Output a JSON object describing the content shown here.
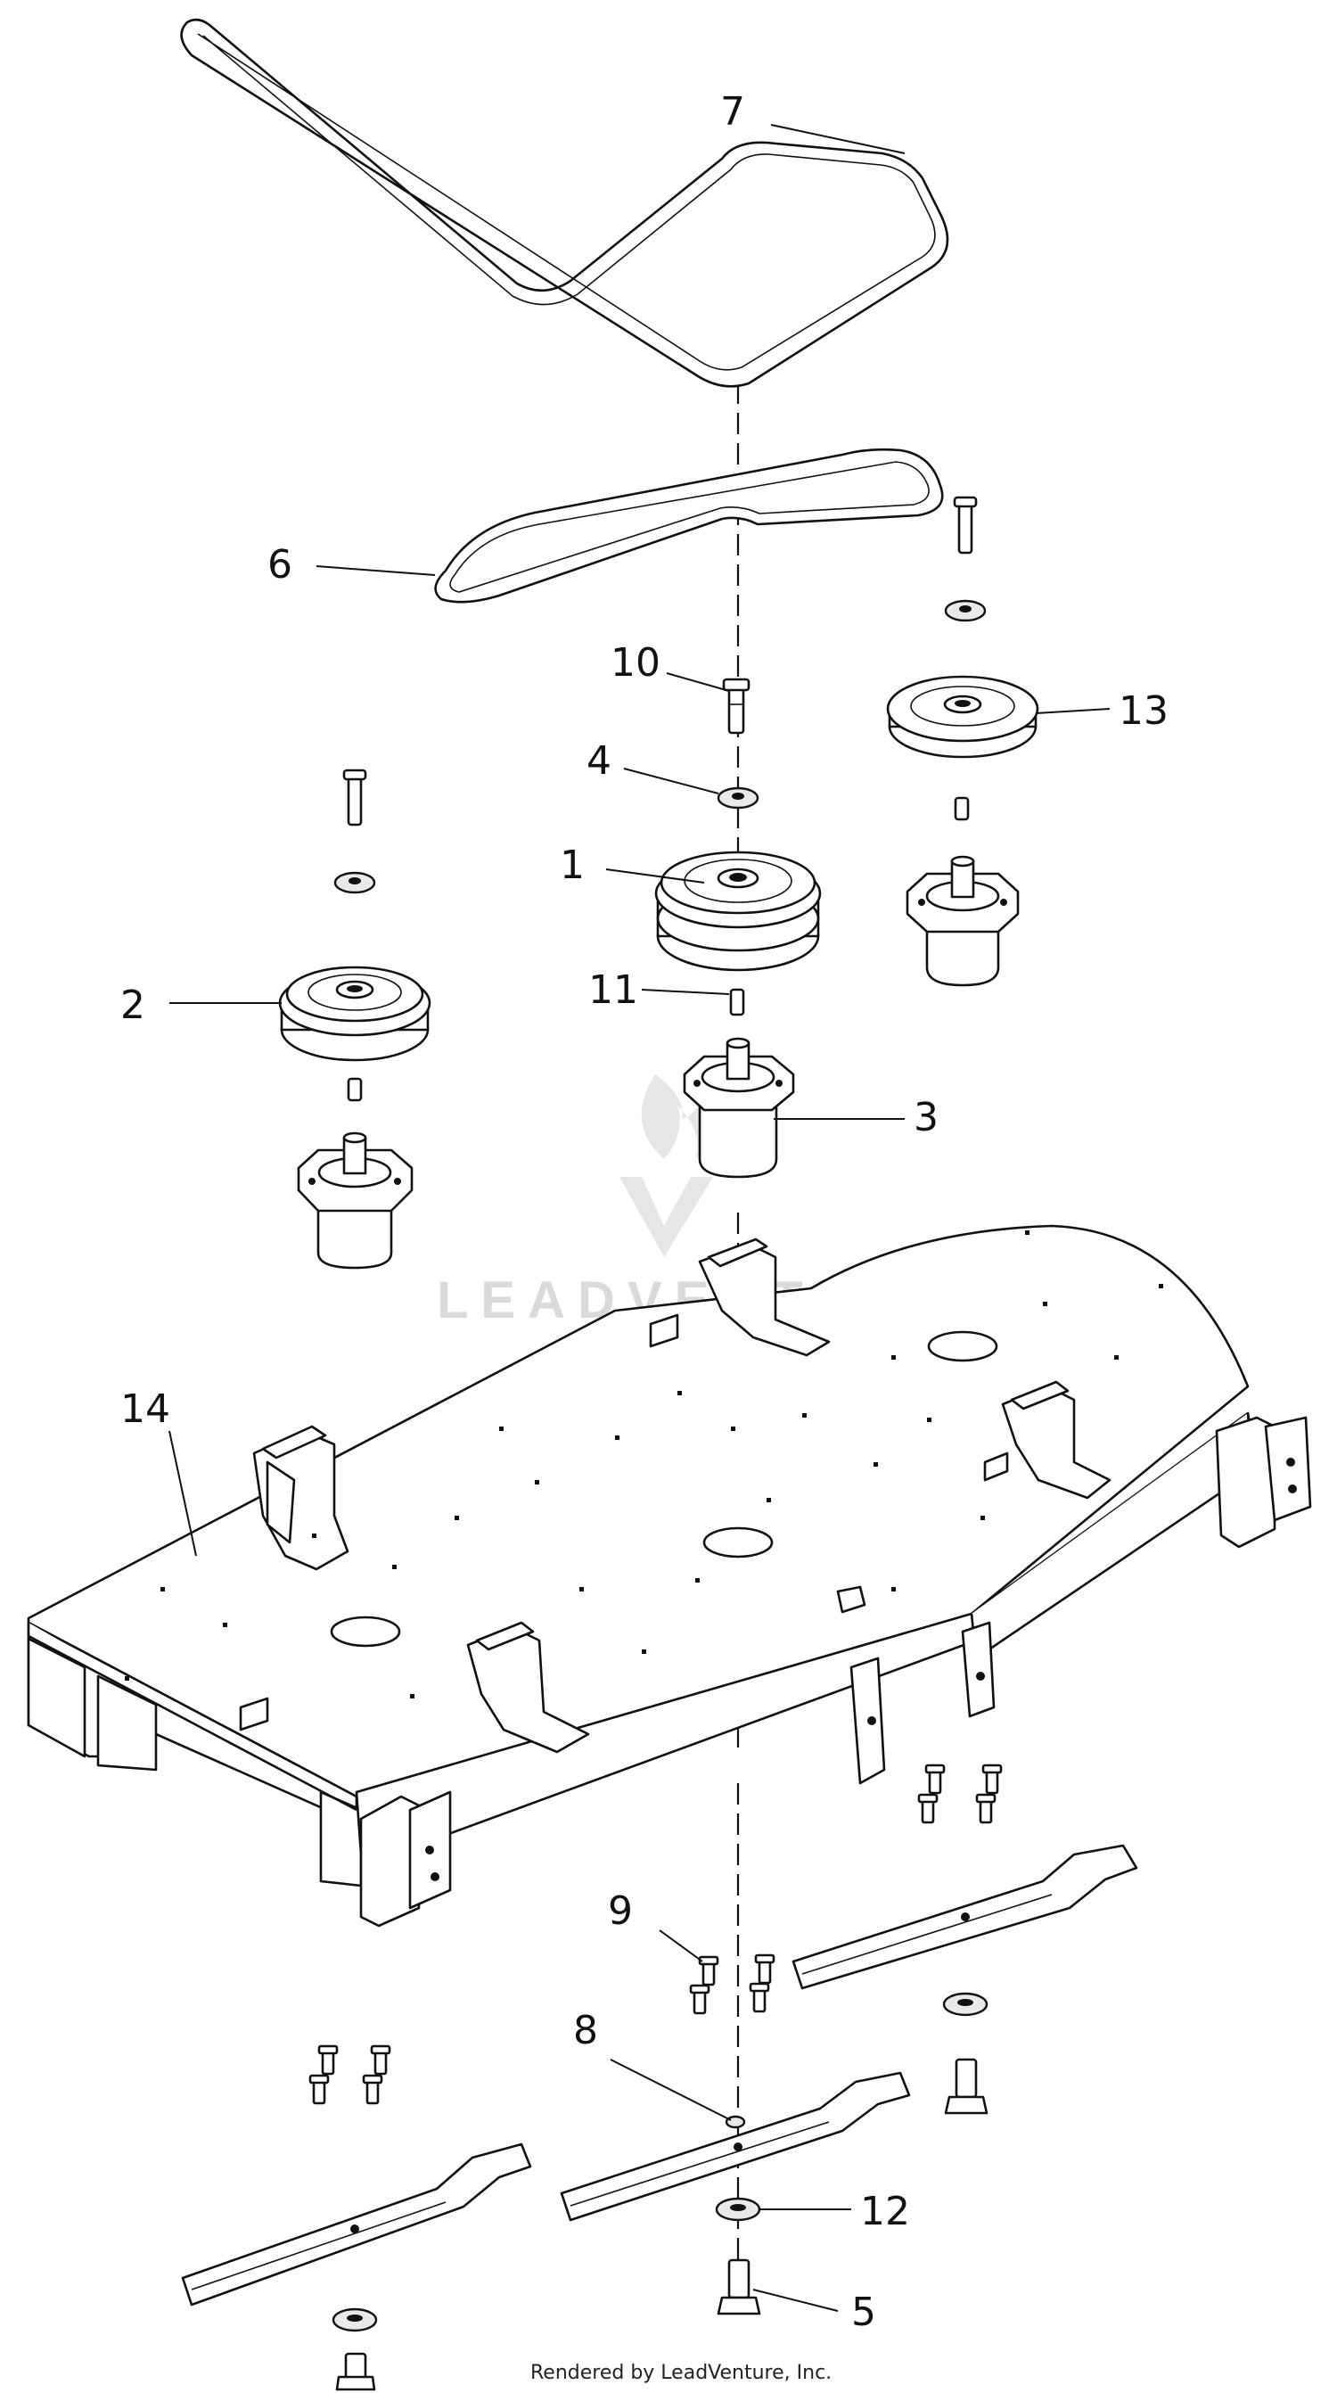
{
  "diagram": {
    "callouts": [
      {
        "id": "callout-7",
        "label": "7"
      },
      {
        "id": "callout-6",
        "label": "6"
      },
      {
        "id": "callout-10",
        "label": "10"
      },
      {
        "id": "callout-4",
        "label": "4"
      },
      {
        "id": "callout-13",
        "label": "13"
      },
      {
        "id": "callout-1",
        "label": "1"
      },
      {
        "id": "callout-2",
        "label": "2"
      },
      {
        "id": "callout-11",
        "label": "11"
      },
      {
        "id": "callout-3",
        "label": "3"
      },
      {
        "id": "callout-14",
        "label": "14"
      },
      {
        "id": "callout-9",
        "label": "9"
      },
      {
        "id": "callout-8",
        "label": "8"
      },
      {
        "id": "callout-12",
        "label": "12"
      },
      {
        "id": "callout-5",
        "label": "5"
      }
    ],
    "watermark": "LEADVENTURE",
    "footer": "Rendered by LeadVenture, Inc."
  }
}
